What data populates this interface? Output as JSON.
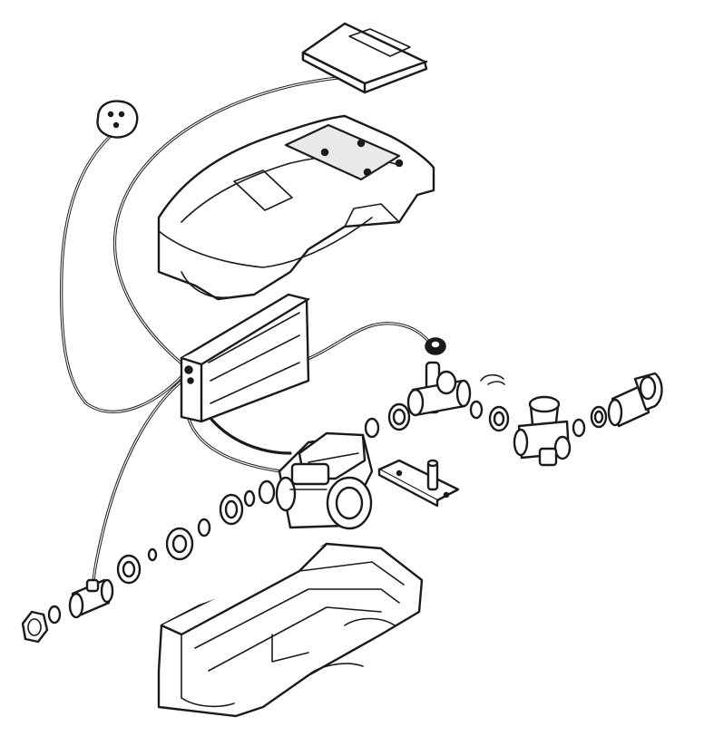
{
  "diagram": {
    "colors": {
      "line": "#1a1a1a",
      "background": "#ffffff",
      "shade": "#e9e9e9"
    },
    "parts": [
      {
        "id": "remote-panel"
      },
      {
        "id": "wall-plug"
      },
      {
        "id": "top-cover"
      },
      {
        "id": "control-box"
      },
      {
        "id": "sensor-cap"
      },
      {
        "id": "pump"
      },
      {
        "id": "bottom-housing"
      },
      {
        "id": "tee-fitting"
      },
      {
        "id": "flow-switch"
      },
      {
        "id": "mounting-bracket"
      },
      {
        "id": "outlet-elbow"
      },
      {
        "id": "inlet-union"
      },
      {
        "id": "nut-left"
      }
    ]
  }
}
